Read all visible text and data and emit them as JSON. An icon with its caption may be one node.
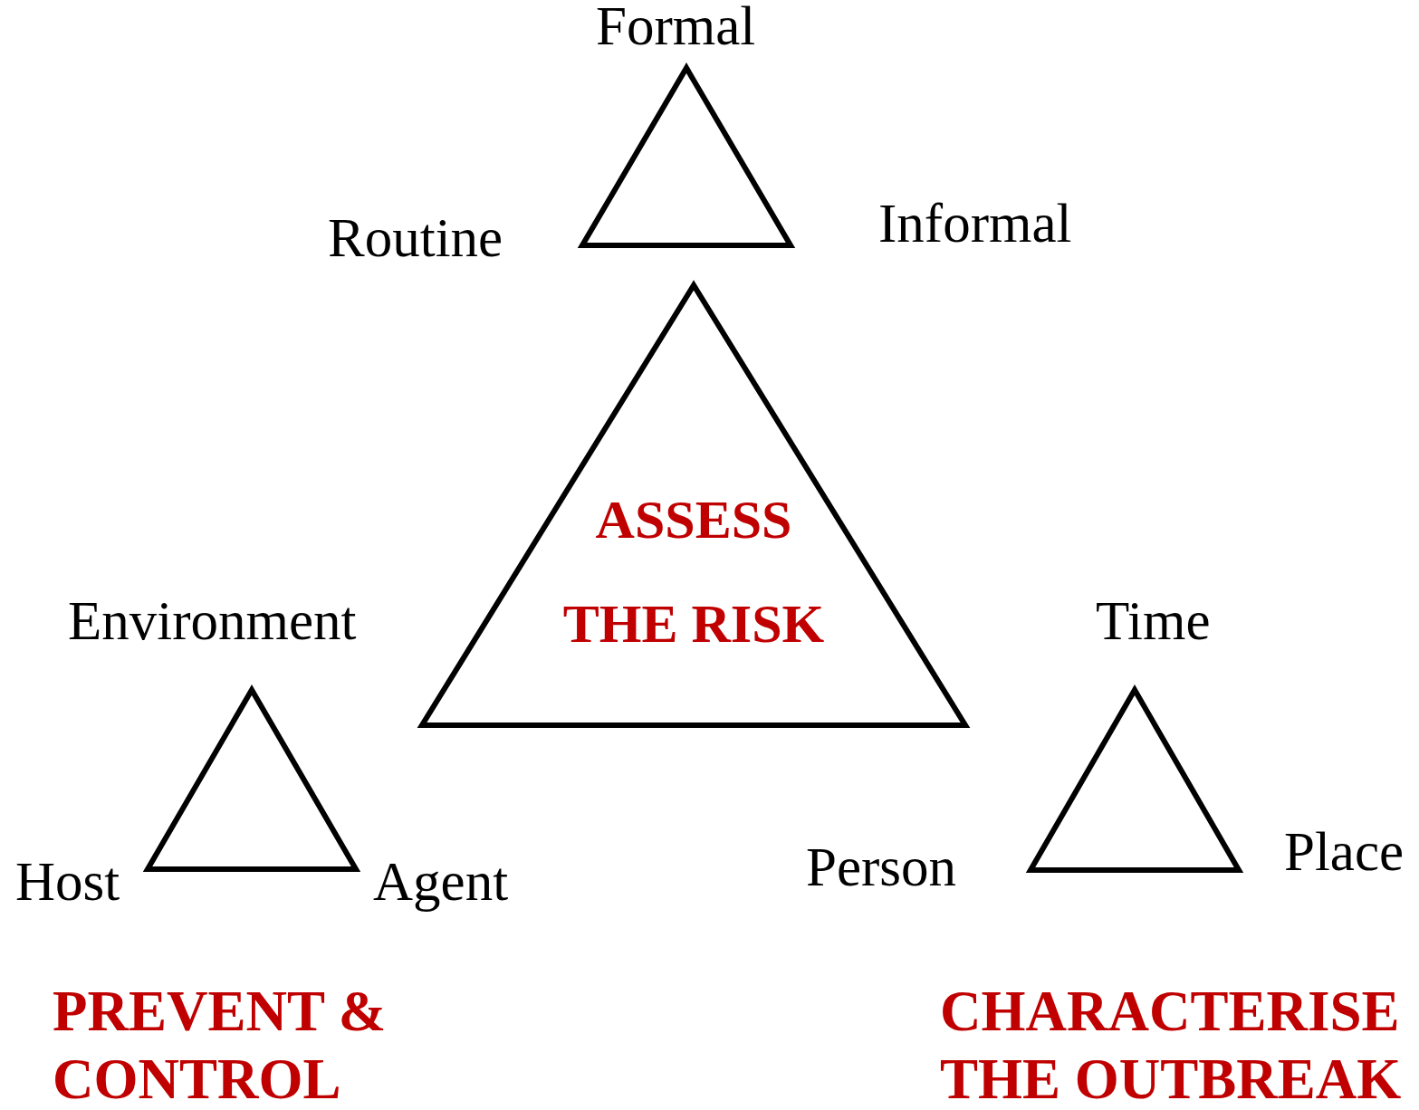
{
  "diagram": {
    "nodes": [
      {
        "text": [],
        "shape": "triangle",
        "beside": [
          "Formal"
        ]
      },
      {
        "text": [
          "ASSESS THE RISK"
        ]
      },
      {
        "text": [],
        "shape": "triangle",
        "beside": [
          "Environment",
          "Host",
          "Agent"
        ]
      },
      {
        "text": [],
        "shape": "triangle",
        "beside": [
          "Time",
          "Person",
          "Place"
        ]
      }
    ],
    "edges": [],
    "labels": [
      "Routine",
      "Informal",
      "PREVENT & CONTROL",
      "CHARACTERISE THE OUTBREAK"
    ]
  }
}
